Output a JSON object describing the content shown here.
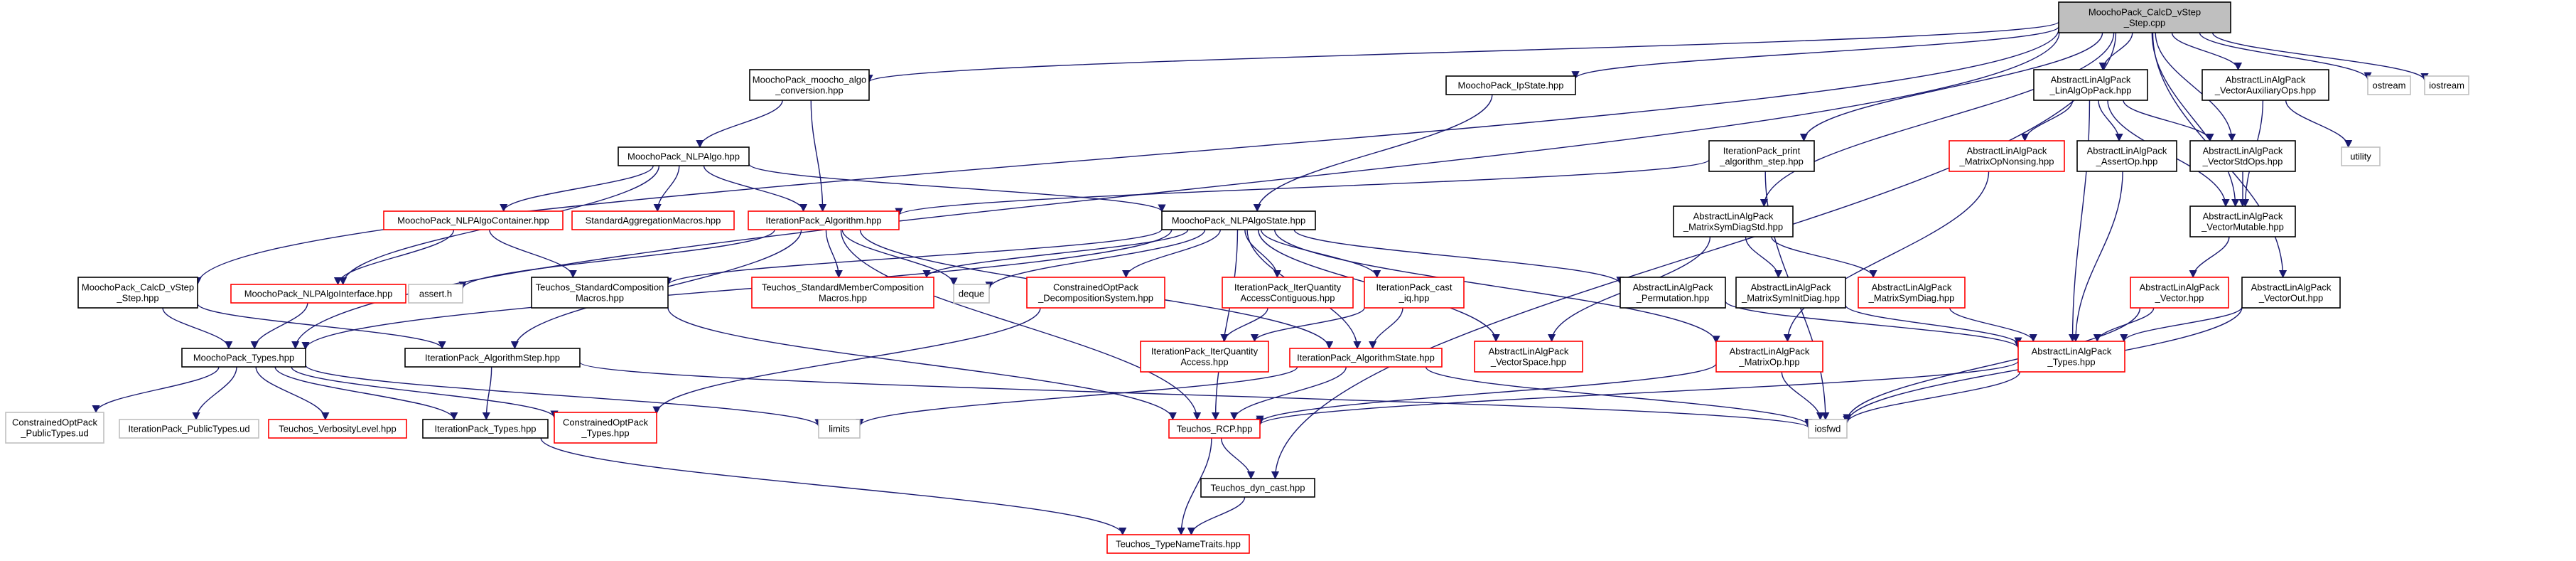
{
  "colors": {
    "edge": "#191970",
    "root_fill": "#bfbfbf",
    "root_border": "#000000",
    "documented_border": "#000000",
    "missing_border": "#ff0000",
    "system_border": "#bfbfbf",
    "node_fill": "#ffffff"
  },
  "nodes": [
    {
      "id": "root",
      "kind": "root",
      "lines": [
        "MoochoPack_CalcD_vStep",
        "_Step.cpp"
      ]
    },
    {
      "id": "moocho_algo_conv",
      "kind": "doc",
      "lines": [
        "MoochoPack_moocho_algo",
        "_conversion.hpp"
      ]
    },
    {
      "id": "ipstate",
      "kind": "doc",
      "lines": [
        "MoochoPack_IpState.hpp"
      ]
    },
    {
      "id": "linalgoppack",
      "kind": "doc",
      "lines": [
        "AbstractLinAlgPack",
        "_LinAlgOpPack.hpp"
      ]
    },
    {
      "id": "vecaux",
      "kind": "doc",
      "lines": [
        "AbstractLinAlgPack",
        "_VectorAuxiliaryOps.hpp"
      ]
    },
    {
      "id": "ostream",
      "kind": "sys",
      "lines": [
        "ostream"
      ]
    },
    {
      "id": "iostream",
      "kind": "sys",
      "lines": [
        "iostream"
      ]
    },
    {
      "id": "nlpalgo",
      "kind": "doc",
      "lines": [
        "MoochoPack_NLPAlgo.hpp"
      ]
    },
    {
      "id": "iter_print",
      "kind": "doc",
      "lines": [
        "IterationPack_print",
        "_algorithm_step.hpp"
      ]
    },
    {
      "id": "matopnonsing",
      "kind": "missing",
      "lines": [
        "AbstractLinAlgPack",
        "_MatrixOpNonsing.hpp"
      ]
    },
    {
      "id": "assertop",
      "kind": "doc",
      "lines": [
        "AbstractLinAlgPack",
        "_AssertOp.hpp"
      ]
    },
    {
      "id": "vecstdops",
      "kind": "doc",
      "lines": [
        "AbstractLinAlgPack",
        "_VectorStdOps.hpp"
      ]
    },
    {
      "id": "utility",
      "kind": "sys",
      "lines": [
        "utility"
      ]
    },
    {
      "id": "nlpalgocontainer",
      "kind": "missing",
      "lines": [
        "MoochoPack_NLPAlgoContainer.hpp"
      ]
    },
    {
      "id": "stdaggmacros",
      "kind": "missing",
      "lines": [
        "StandardAggregationMacros.hpp"
      ]
    },
    {
      "id": "iter_algorithm",
      "kind": "missing",
      "lines": [
        "IterationPack_Algorithm.hpp"
      ]
    },
    {
      "id": "nlpalgostate",
      "kind": "doc",
      "lines": [
        "MoochoPack_NLPAlgoState.hpp"
      ]
    },
    {
      "id": "matsymdiagstd",
      "kind": "doc",
      "lines": [
        "AbstractLinAlgPack",
        "_MatrixSymDiagStd.hpp"
      ]
    },
    {
      "id": "vecmutable",
      "kind": "doc",
      "lines": [
        "AbstractLinAlgPack",
        "_VectorMutable.hpp"
      ]
    },
    {
      "id": "calcd_vstep_hpp",
      "kind": "doc",
      "lines": [
        "MoochoPack_CalcD_vStep",
        "_Step.hpp"
      ]
    },
    {
      "id": "nlpalgointerface",
      "kind": "missing",
      "lines": [
        "MoochoPack_NLPAlgoInterface.hpp"
      ]
    },
    {
      "id": "asserth",
      "kind": "sys",
      "lines": [
        "assert.h"
      ]
    },
    {
      "id": "stdcompmacros",
      "kind": "doc",
      "lines": [
        "Teuchos_StandardComposition",
        "Macros.hpp"
      ]
    },
    {
      "id": "stdmembercomp",
      "kind": "missing",
      "lines": [
        "Teuchos_StandardMemberComposition",
        "Macros.hpp"
      ]
    },
    {
      "id": "deque",
      "kind": "sys",
      "lines": [
        "deque"
      ]
    },
    {
      "id": "decompsystem",
      "kind": "missing",
      "lines": [
        "ConstrainedOptPack",
        "_DecompositionSystem.hpp"
      ]
    },
    {
      "id": "iterquantcontig",
      "kind": "missing",
      "lines": [
        "IterationPack_IterQuantity",
        "AccessContiguous.hpp"
      ]
    },
    {
      "id": "iter_cast_iq",
      "kind": "missing",
      "lines": [
        "IterationPack_cast",
        "_iq.hpp"
      ]
    },
    {
      "id": "permutation",
      "kind": "doc",
      "lines": [
        "AbstractLinAlgPack",
        "_Permutation.hpp"
      ]
    },
    {
      "id": "matsyminitdiag",
      "kind": "doc",
      "lines": [
        "AbstractLinAlgPack",
        "_MatrixSymInitDiag.hpp"
      ]
    },
    {
      "id": "matsymdiag",
      "kind": "missing",
      "lines": [
        "AbstractLinAlgPack",
        "_MatrixSymDiag.hpp"
      ]
    },
    {
      "id": "vector",
      "kind": "missing",
      "lines": [
        "AbstractLinAlgPack",
        "_Vector.hpp"
      ]
    },
    {
      "id": "vectorout",
      "kind": "doc",
      "lines": [
        "AbstractLinAlgPack",
        "_VectorOut.hpp"
      ]
    },
    {
      "id": "moocho_types",
      "kind": "doc",
      "lines": [
        "MoochoPack_Types.hpp"
      ]
    },
    {
      "id": "iter_algstep",
      "kind": "doc",
      "lines": [
        "IterationPack_AlgorithmStep.hpp"
      ]
    },
    {
      "id": "iterquantaccess",
      "kind": "missing",
      "lines": [
        "IterationPack_IterQuantity",
        "Access.hpp"
      ]
    },
    {
      "id": "iter_algstate",
      "kind": "missing",
      "lines": [
        "IterationPack_AlgorithmState.hpp"
      ]
    },
    {
      "id": "vectorspace",
      "kind": "missing",
      "lines": [
        "AbstractLinAlgPack",
        "_VectorSpace.hpp"
      ]
    },
    {
      "id": "matrixop",
      "kind": "missing",
      "lines": [
        "AbstractLinAlgPack",
        "_MatrixOp.hpp"
      ]
    },
    {
      "id": "alp_types",
      "kind": "missing",
      "lines": [
        "AbstractLinAlgPack",
        "_Types.hpp"
      ]
    },
    {
      "id": "cop_public_ud",
      "kind": "sys",
      "lines": [
        "ConstrainedOptPack",
        "_PublicTypes.ud"
      ]
    },
    {
      "id": "ip_public_ud",
      "kind": "sys",
      "lines": [
        "IterationPack_PublicTypes.ud"
      ]
    },
    {
      "id": "verbositylevel",
      "kind": "missing",
      "lines": [
        "Teuchos_VerbosityLevel.hpp"
      ]
    },
    {
      "id": "iter_types",
      "kind": "doc",
      "lines": [
        "IterationPack_Types.hpp"
      ]
    },
    {
      "id": "cop_types",
      "kind": "missing",
      "lines": [
        "ConstrainedOptPack",
        "_Types.hpp"
      ]
    },
    {
      "id": "limits",
      "kind": "sys",
      "lines": [
        "limits"
      ]
    },
    {
      "id": "rcp",
      "kind": "missing",
      "lines": [
        "Teuchos_RCP.hpp"
      ]
    },
    {
      "id": "iosfwd",
      "kind": "sys",
      "lines": [
        "iosfwd"
      ]
    },
    {
      "id": "dyncast",
      "kind": "doc",
      "lines": [
        "Teuchos_dyn_cast.hpp"
      ]
    },
    {
      "id": "typenametraits",
      "kind": "missing",
      "lines": [
        "Teuchos_TypeNameTraits.hpp"
      ]
    }
  ],
  "edges": [
    [
      "root",
      "moocho_algo_conv"
    ],
    [
      "root",
      "ipstate"
    ],
    [
      "root",
      "linalgoppack"
    ],
    [
      "root",
      "vecaux"
    ],
    [
      "root",
      "ostream"
    ],
    [
      "root",
      "iostream"
    ],
    [
      "root",
      "iter_print"
    ],
    [
      "root",
      "vecstdops"
    ],
    [
      "root",
      "vecmutable"
    ],
    [
      "root",
      "calcd_vstep_hpp"
    ],
    [
      "root",
      "matsymdiagstd"
    ],
    [
      "root",
      "vectorout"
    ],
    [
      "root",
      "dyncast"
    ],
    [
      "root",
      "moocho_types"
    ],
    [
      "moocho_algo_conv",
      "nlpalgo"
    ],
    [
      "moocho_algo_conv",
      "iter_algorithm"
    ],
    [
      "ipstate",
      "nlpalgostate"
    ],
    [
      "linalgoppack",
      "matopnonsing"
    ],
    [
      "linalgoppack",
      "assertop"
    ],
    [
      "linalgoppack",
      "vecstdops"
    ],
    [
      "linalgoppack",
      "vecmutable"
    ],
    [
      "linalgoppack",
      "alp_types"
    ],
    [
      "vecaux",
      "utility"
    ],
    [
      "vecaux",
      "vecmutable"
    ],
    [
      "nlpalgo",
      "nlpalgocontainer"
    ],
    [
      "nlpalgo",
      "stdaggmacros"
    ],
    [
      "nlpalgo",
      "iter_algorithm"
    ],
    [
      "nlpalgo",
      "nlpalgostate"
    ],
    [
      "nlpalgo",
      "nlpalgointerface"
    ],
    [
      "iter_print",
      "iter_algorithm"
    ],
    [
      "iter_print",
      "iosfwd"
    ],
    [
      "matopnonsing",
      "matrixop"
    ],
    [
      "assertop",
      "alp_types"
    ],
    [
      "vecstdops",
      "vecmutable"
    ],
    [
      "nlpalgocontainer",
      "nlpalgointerface"
    ],
    [
      "nlpalgocontainer",
      "stdcompmacros"
    ],
    [
      "iter_algorithm",
      "asserth"
    ],
    [
      "iter_algorithm",
      "stdmembercomp"
    ],
    [
      "iter_algorithm",
      "deque"
    ],
    [
      "iter_algorithm",
      "iter_algstep"
    ],
    [
      "iter_algorithm",
      "iter_algstate"
    ],
    [
      "iter_algorithm",
      "rcp"
    ],
    [
      "nlpalgostate",
      "moocho_types"
    ],
    [
      "nlpalgostate",
      "stdcompmacros"
    ],
    [
      "nlpalgostate",
      "stdmembercomp"
    ],
    [
      "nlpalgostate",
      "deque"
    ],
    [
      "nlpalgostate",
      "decompsystem"
    ],
    [
      "nlpalgostate",
      "iterquantcontig"
    ],
    [
      "nlpalgostate",
      "iter_cast_iq"
    ],
    [
      "nlpalgostate",
      "permutation"
    ],
    [
      "nlpalgostate",
      "vectorspace"
    ],
    [
      "nlpalgostate",
      "matrixop"
    ],
    [
      "nlpalgostate",
      "iter_algstate"
    ],
    [
      "nlpalgostate",
      "rcp"
    ],
    [
      "matsymdiagstd",
      "matsyminitdiag"
    ],
    [
      "matsymdiagstd",
      "matsymdiag"
    ],
    [
      "matsymdiagstd",
      "vectorspace"
    ],
    [
      "vecmutable",
      "vector"
    ],
    [
      "calcd_vstep_hpp",
      "moocho_types"
    ],
    [
      "calcd_vstep_hpp",
      "iter_algstep"
    ],
    [
      "nlpalgointerface",
      "moocho_types"
    ],
    [
      "stdcompmacros",
      "rcp"
    ],
    [
      "decompsystem",
      "cop_types"
    ],
    [
      "iterquantcontig",
      "iterquantaccess"
    ],
    [
      "iter_cast_iq",
      "iterquantaccess"
    ],
    [
      "iter_cast_iq",
      "iter_algstate"
    ],
    [
      "permutation",
      "alp_types"
    ],
    [
      "matsyminitdiag",
      "alp_types"
    ],
    [
      "matsymdiag",
      "alp_types"
    ],
    [
      "vector",
      "alp_types"
    ],
    [
      "vector",
      "iosfwd"
    ],
    [
      "vectorout",
      "alp_types"
    ],
    [
      "vectorout",
      "iosfwd"
    ],
    [
      "moocho_types",
      "cop_public_ud"
    ],
    [
      "moocho_types",
      "ip_public_ud"
    ],
    [
      "moocho_types",
      "verbositylevel"
    ],
    [
      "moocho_types",
      "iter_types"
    ],
    [
      "moocho_types",
      "cop_types"
    ],
    [
      "moocho_types",
      "limits"
    ],
    [
      "iter_algstep",
      "iter_types"
    ],
    [
      "iter_algstep",
      "iosfwd"
    ],
    [
      "iter_algstate",
      "rcp"
    ],
    [
      "iter_algstate",
      "iosfwd"
    ],
    [
      "iter_algstate",
      "limits"
    ],
    [
      "matrixop",
      "rcp"
    ],
    [
      "matrixop",
      "iosfwd"
    ],
    [
      "alp_types",
      "rcp"
    ],
    [
      "alp_types",
      "iosfwd"
    ],
    [
      "rcp",
      "typenametraits"
    ],
    [
      "iter_types",
      "typenametraits"
    ],
    [
      "dyncast",
      "typenametraits"
    ],
    [
      "rcp",
      "dyncast"
    ]
  ]
}
